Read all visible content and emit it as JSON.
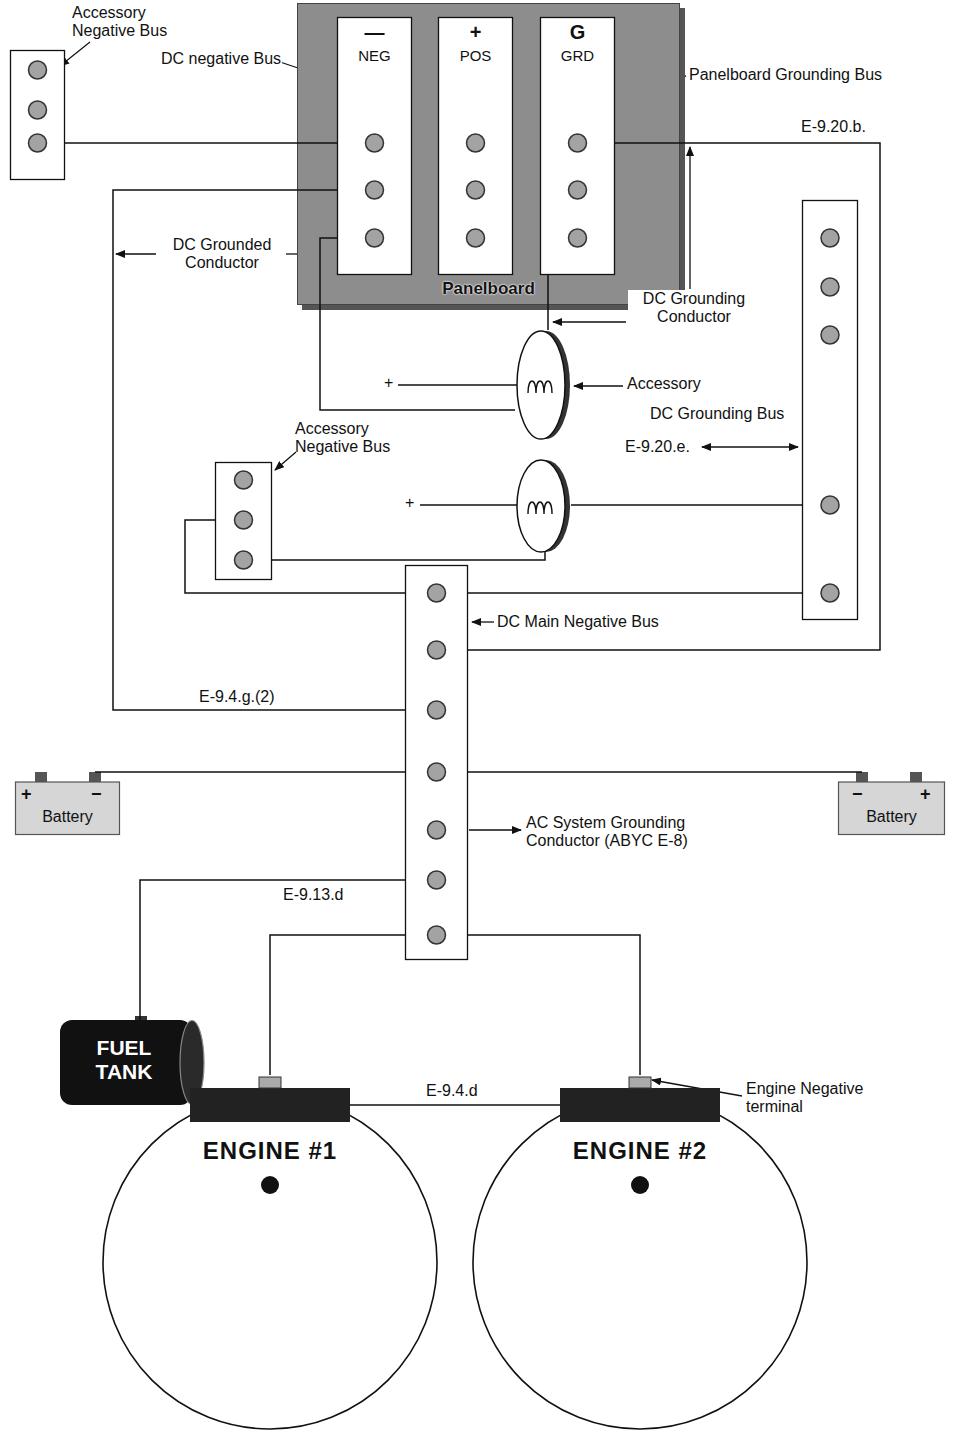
{
  "diagram": {
    "nodes": [
      {
        "text": [
          "Panelboard"
        ]
      },
      {
        "text": [
          "—",
          "NEG"
        ],
        "in": 0
      },
      {
        "text": [
          "+",
          "POS"
        ],
        "in": 0
      },
      {
        "text": [
          "G",
          "GRD"
        ],
        "in": 0
      },
      {
        "text": [
          "Accessory Negative Bus"
        ]
      },
      {
        "text": [
          "DC Grounding Bus"
        ]
      },
      {
        "text": [
          "Accessory"
        ]
      },
      {
        "text": [
          "Accessory Negative Bus"
        ]
      },
      {
        "text": [
          "DC Main Negative Bus"
        ]
      },
      {
        "text": [
          "+",
          "−",
          "Battery"
        ]
      },
      {
        "text": [
          "−",
          "+",
          "Battery"
        ]
      },
      {
        "text": [
          "FUEL TANK"
        ]
      },
      {
        "text": [
          "ENGINE #1"
        ]
      },
      {
        "text": [
          "ENGINE #2"
        ]
      }
    ],
    "edges": [
      {
        "from": 4,
        "to": 1,
        "arrow": "none"
      },
      {
        "from": 1,
        "to": 6,
        "arrow": "none"
      },
      {
        "from": 3,
        "to": 6,
        "arrow": "none"
      },
      {
        "from": 3,
        "to": 8,
        "label": "E-9.20.b.",
        "arrow": "none"
      },
      {
        "from": 1,
        "to": 8,
        "label": "E-9.4.g.(2)",
        "arrow": "none"
      },
      {
        "from": 7,
        "to": 8,
        "arrow": "none"
      },
      {
        "from": 8,
        "to": 5,
        "arrow": "none"
      },
      {
        "from": 8,
        "to": 9,
        "arrow": "none"
      },
      {
        "from": 8,
        "to": 10,
        "arrow": "none"
      },
      {
        "from": 8,
        "to": 11,
        "label": "E-9.13.d",
        "arrow": "none"
      },
      {
        "from": 8,
        "to": 12,
        "arrow": "none"
      },
      {
        "from": 8,
        "to": 13,
        "arrow": "none"
      },
      {
        "from": 12,
        "to": 13,
        "label": "E-9.4.d",
        "arrow": "none"
      }
    ],
    "labels": [
      "DC negative Bus",
      "Panelboard Grounding Bus",
      "DC Grounded Conductor",
      "DC Grounding Conductor",
      "+",
      "E-9.20.e.",
      "+",
      "AC System Grounding Conductor (ABYC E-8)",
      "Engine Negative terminal"
    ]
  }
}
